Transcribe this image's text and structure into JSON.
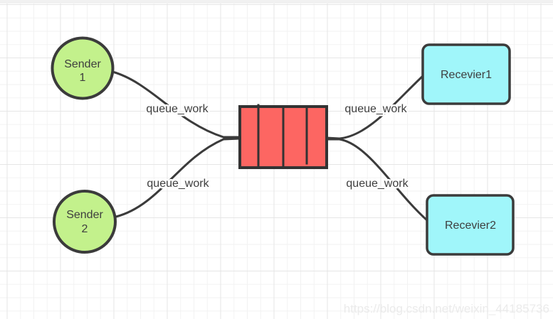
{
  "diagram": {
    "senders": [
      {
        "id": "sender-1",
        "label_line1": "Sender",
        "label_line2": "1"
      },
      {
        "id": "sender-2",
        "label_line1": "Sender",
        "label_line2": "2"
      }
    ],
    "queue": {
      "id": "queue",
      "shape": "message-queue",
      "segments": 4
    },
    "receivers": [
      {
        "id": "receiver-1",
        "label": "Recevier1"
      },
      {
        "id": "receiver-2",
        "label": "Recevier2"
      }
    ],
    "edges": [
      {
        "from": "sender-1",
        "to": "queue",
        "label": "queue_work"
      },
      {
        "from": "sender-2",
        "to": "queue",
        "label": "queue_work"
      },
      {
        "from": "queue",
        "to": "receiver-1",
        "label": "queue_work"
      },
      {
        "from": "queue",
        "to": "receiver-2",
        "label": "queue_work"
      }
    ]
  },
  "colors": {
    "sender_fill": "#c3f18c",
    "queue_fill": "#fd6662",
    "receiver_fill": "#a0f6fa",
    "stroke": "#3b3b3b",
    "text": "#3e3e3e",
    "grid_minor": "#f2f2f2",
    "grid_major": "#e6e6e6",
    "watermark": "#ebebeb"
  },
  "watermark": {
    "text": "https://blog.csdn.net/weixin_44185736"
  }
}
